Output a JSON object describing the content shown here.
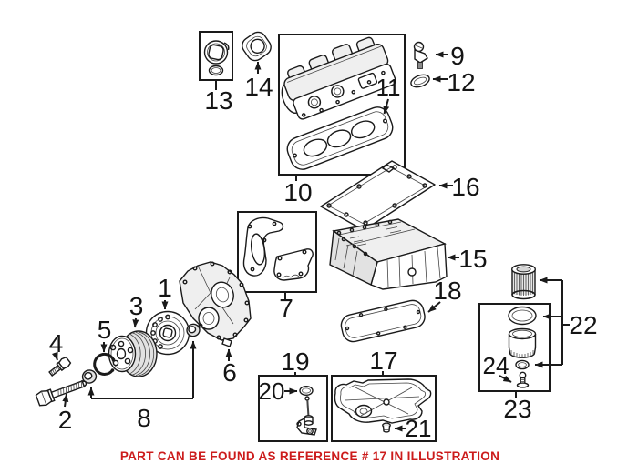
{
  "figure": {
    "caption": "PART CAN BE FOUND AS REFERENCE # 17 IN ILLUSTRATION",
    "caption_color": "#cc1c1c",
    "background_color": "#ffffff",
    "line_color": "#1a1a1a",
    "highlighted_reference": "17"
  },
  "callouts": {
    "c1": "1",
    "c2": "2",
    "c3": "3",
    "c4": "4",
    "c5": "5",
    "c6": "6",
    "c7": "7",
    "c8": "8",
    "c9": "9",
    "c10": "10",
    "c11": "11",
    "c12": "12",
    "c13": "13",
    "c14": "14",
    "c15": "15",
    "c16": "16",
    "c17": "17",
    "c18": "18",
    "c19": "19",
    "c20": "20",
    "c21": "21",
    "c22": "22",
    "c23": "23",
    "c24": "24"
  }
}
